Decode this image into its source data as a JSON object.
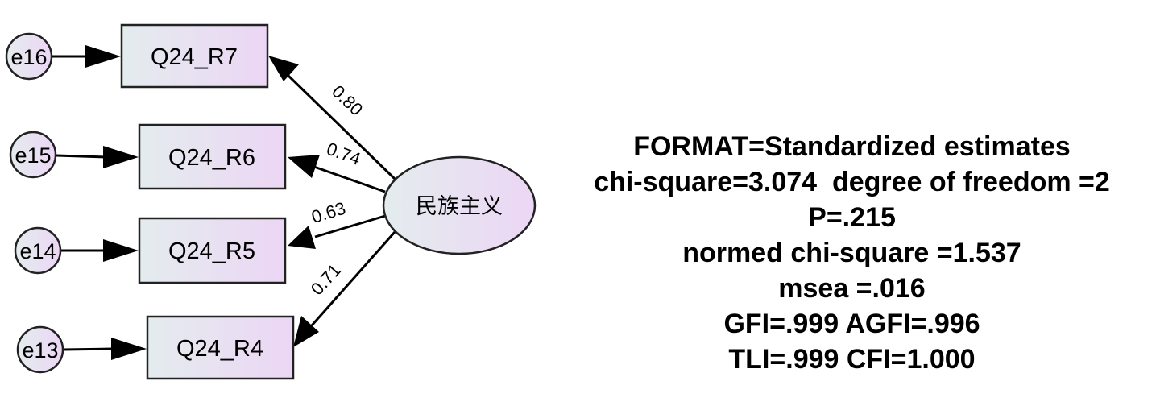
{
  "latent": {
    "label": "民族主义"
  },
  "indicators": [
    {
      "label": "Q24_R7",
      "error": "e16",
      "loading": "0.80"
    },
    {
      "label": "Q24_R6",
      "error": "e15",
      "loading": "0.74"
    },
    {
      "label": "Q24_R5",
      "error": "e14",
      "loading": "0.63"
    },
    {
      "label": "Q24_R4",
      "error": "e13",
      "loading": "0.71"
    }
  ],
  "fit": {
    "format": "FORMAT=Standardized estimates",
    "chi_square_line": "chi-square=3.074  degree of freedom =2",
    "p_line": "P=.215",
    "normed_line": "normed chi-square =1.537",
    "rmsea_line": "msea =.016",
    "gfi_line": "GFI=.999 AGFI=.996",
    "tli_line": "TLI=.999 CFI=1.000"
  },
  "colors": {
    "fill_start": "#e4ecee",
    "fill_end": "#ecd6f5",
    "stroke": "#222222"
  }
}
